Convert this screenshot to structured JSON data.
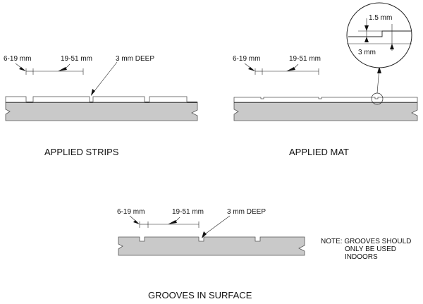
{
  "panels": {
    "strips": {
      "caption": "APPLIED STRIPS",
      "dim_gap": "6-19 mm",
      "dim_width": "19-51 mm",
      "dim_depth": "3 mm DEEP"
    },
    "mat": {
      "caption": "APPLIED MAT",
      "dim_gap": "6-19 mm",
      "dim_width": "19-51 mm",
      "detail_top": "1.5 mm",
      "detail_bottom": "3 mm"
    },
    "grooves": {
      "caption": "GROOVES IN SURFACE",
      "dim_gap": "6-19 mm",
      "dim_width": "19-51 mm",
      "dim_depth": "3 mm DEEP"
    }
  },
  "note": {
    "lines": [
      "NOTE: GROOVES SHOULD",
      "ONLY BE USED",
      "INDOORS"
    ]
  },
  "colors": {
    "substrate": "#c9c9c9",
    "line": "#222222"
  }
}
